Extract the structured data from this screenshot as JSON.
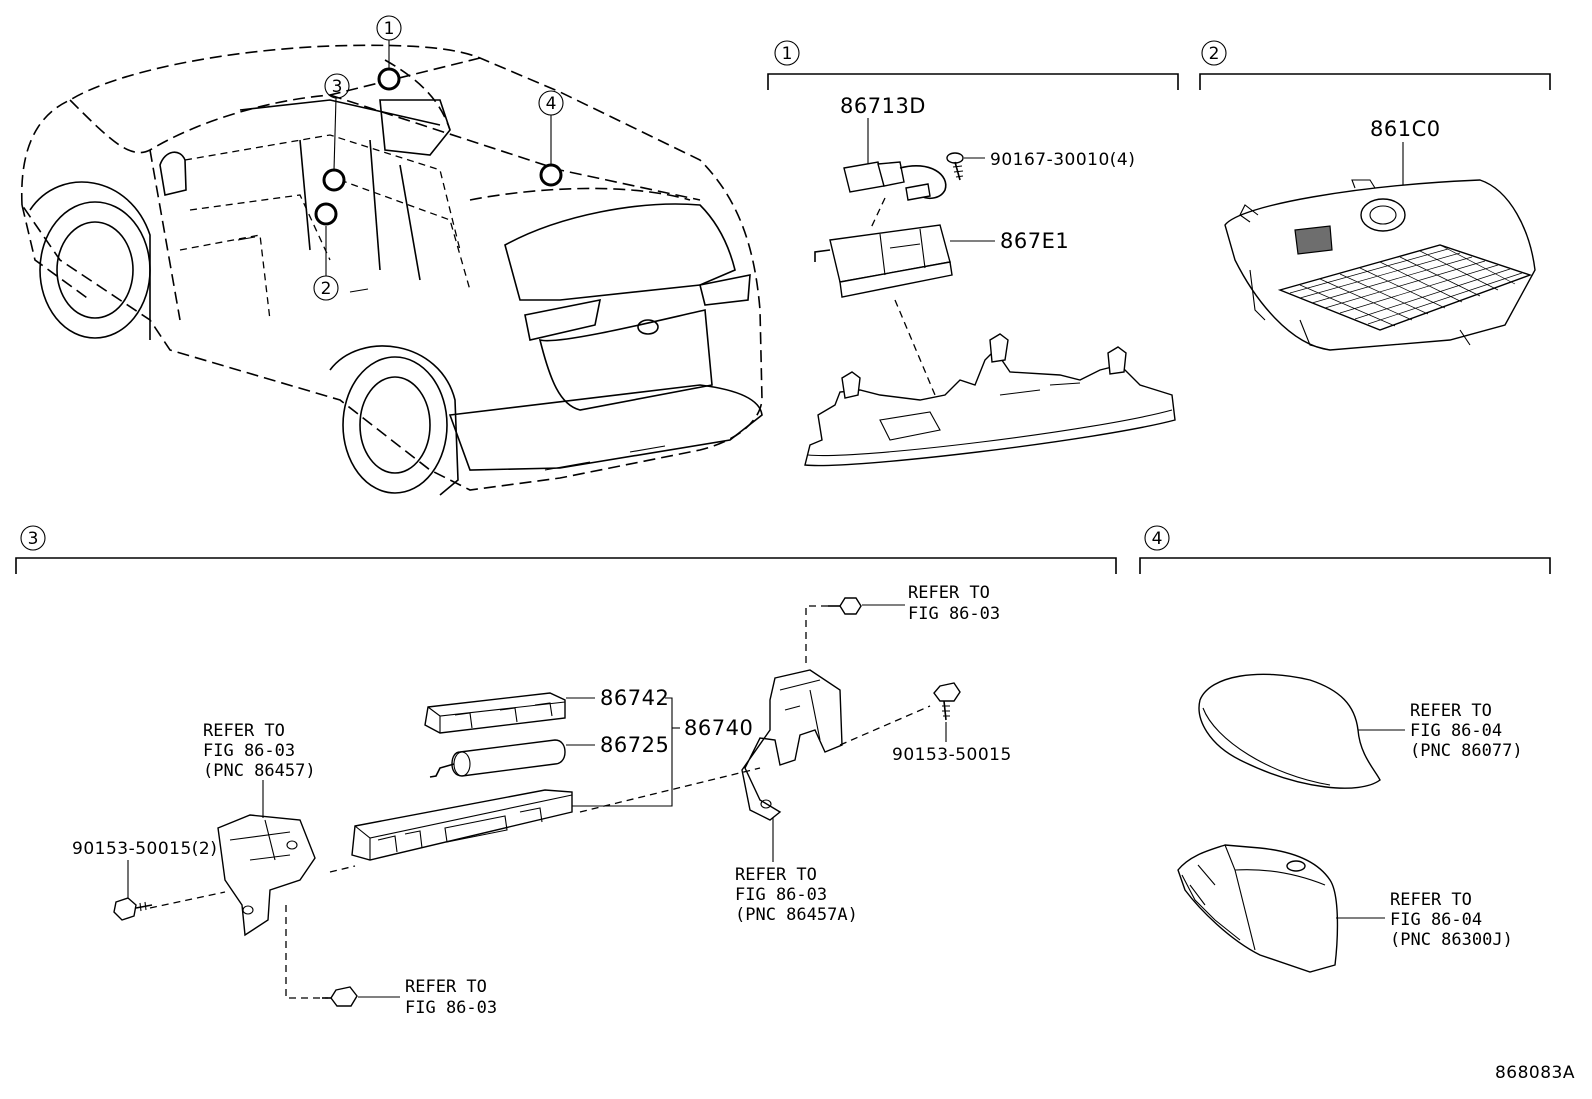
{
  "callouts": [
    "1",
    "2",
    "3",
    "4"
  ],
  "sections": {
    "s1": {
      "marker": "1",
      "parts": {
        "p1": "86713D",
        "p2": "90167-30010(4)",
        "p3": "867E1"
      }
    },
    "s2": {
      "marker": "2",
      "parts": {
        "p1": "861C0"
      }
    },
    "s3": {
      "marker": "3",
      "parts": {
        "p1": "86742",
        "p2": "86725",
        "p3": "86740",
        "p4": "90153-50015",
        "p5": "90153-50015(2)"
      },
      "refs": {
        "top": [
          "REFER TO",
          "FIG 86-03"
        ],
        "left": [
          "REFER TO",
          "FIG 86-03",
          "(PNC 86457)"
        ],
        "bottom_left": [
          "REFER TO",
          "FIG 86-03"
        ],
        "bottom_mid": [
          "REFER TO",
          "FIG 86-03",
          "(PNC 86457A)"
        ]
      }
    },
    "s4": {
      "marker": "4",
      "refs": {
        "upper": [
          "REFER TO",
          "FIG 86-04",
          "(PNC 86077)"
        ],
        "lower": [
          "REFER TO",
          "FIG 86-04",
          "(PNC 86300J)"
        ]
      }
    }
  },
  "figure_id": "868083A"
}
